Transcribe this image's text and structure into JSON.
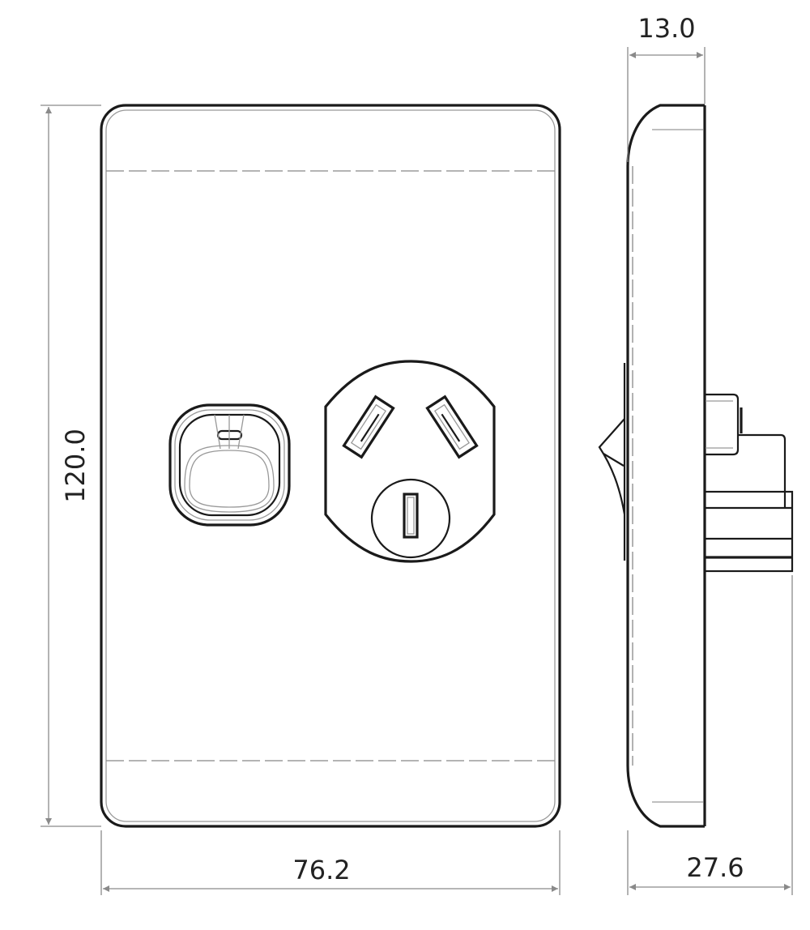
{
  "dimensions": {
    "height": "120.0",
    "width": "76.2",
    "plate_depth": "13.0",
    "overall_depth": "27.6"
  },
  "colors": {
    "line": "#1a1a1a",
    "dimension": "#8a8a8a",
    "background": "#ffffff"
  }
}
